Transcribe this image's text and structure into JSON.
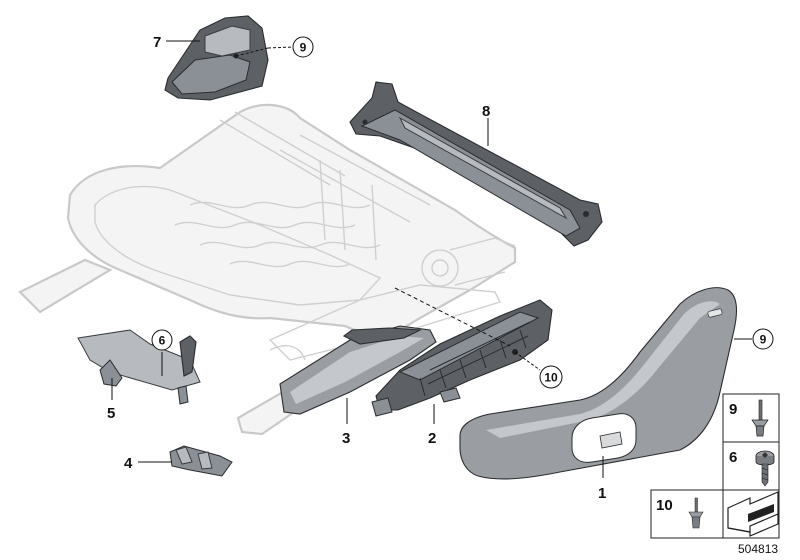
{
  "callouts": [
    {
      "id": "label-1",
      "text": "1"
    },
    {
      "id": "label-2",
      "text": "2"
    },
    {
      "id": "label-3",
      "text": "3"
    },
    {
      "id": "label-4",
      "text": "4"
    },
    {
      "id": "label-5",
      "text": "5"
    },
    {
      "id": "label-6",
      "text": "6"
    },
    {
      "id": "label-7",
      "text": "7"
    },
    {
      "id": "label-8",
      "text": "8"
    },
    {
      "id": "label-9-top",
      "text": "9"
    },
    {
      "id": "label-9-right",
      "text": "9"
    },
    {
      "id": "label-10",
      "text": "10"
    }
  ],
  "legend": {
    "cells": [
      {
        "label": "9",
        "icon": "rivet-icon"
      },
      {
        "label": "6",
        "icon": "torx-screw-icon"
      },
      {
        "label": "10",
        "icon": "rivet-small-icon"
      },
      {
        "label": "",
        "icon": "arrow-tab-icon"
      }
    ]
  },
  "document_number": "504813",
  "colors": {
    "frame": "#c9c9c9",
    "part": "#5d6166",
    "line": "#111111"
  }
}
